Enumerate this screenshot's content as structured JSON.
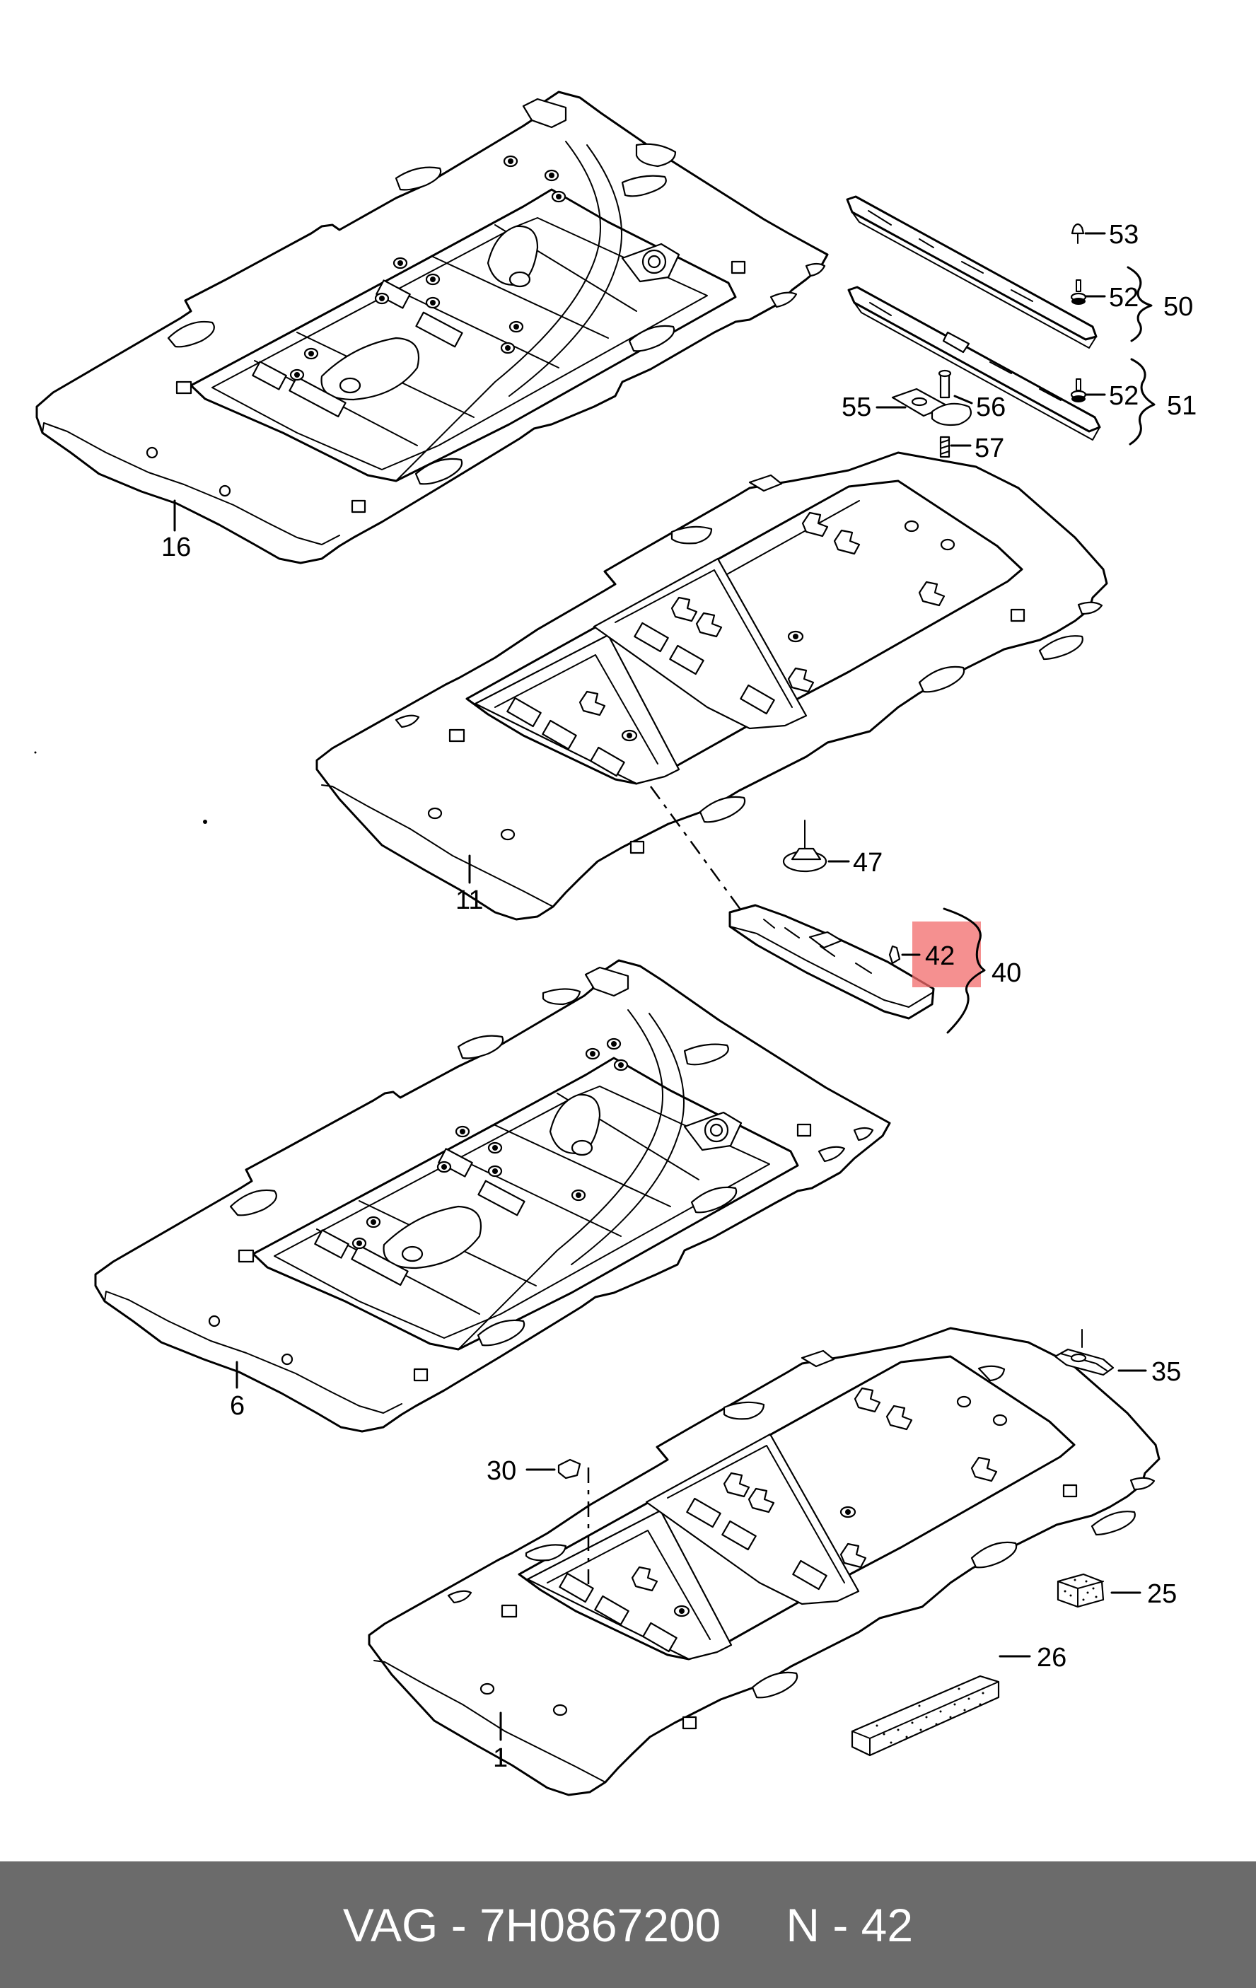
{
  "callouts": {
    "c1": "1",
    "c6": "6",
    "c11": "11",
    "c16": "16",
    "c25": "25",
    "c26": "26",
    "c30": "30",
    "c35": "35",
    "c40": "40",
    "c42": "42",
    "c47": "47",
    "c50": "50",
    "c51": "51",
    "c52a": "52",
    "c52b": "52",
    "c53": "53",
    "c55": "55",
    "c56": "56",
    "c57": "57"
  },
  "highlight": {
    "part": "42",
    "color": "#f26b6b"
  },
  "footer": {
    "part_number": "VAG - 7H0867200",
    "position": "N - 42"
  }
}
